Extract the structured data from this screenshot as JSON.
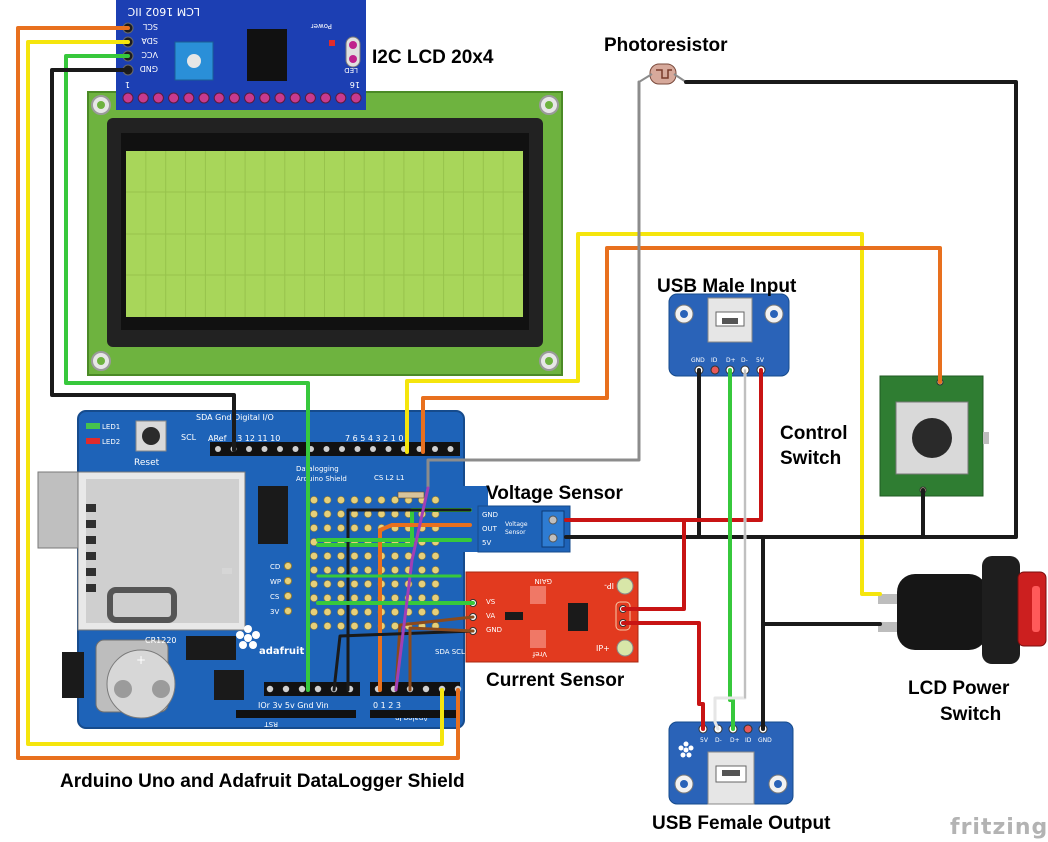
{
  "labels": {
    "lcd": "I2C LCD 20x4",
    "photoresistor": "Photoresistor",
    "usb_in": "USB Male Input",
    "control_line1": "Control",
    "control_line2": "Switch",
    "voltage_sensor": "Voltage Sensor",
    "current_sensor": "Current Sensor",
    "lcd_power_line1": "LCD Power",
    "lcd_power_line2": "Switch",
    "arduino": "Arduino Uno and Adafruit DataLogger Shield",
    "usb_out": "USB Female Output",
    "watermark": "fritzing"
  },
  "i2c_board": {
    "title": "LCM 1602 IIC",
    "pins": [
      "SCL",
      "SDA",
      "VCC",
      "GND"
    ],
    "pin_one": "1",
    "pin_sixteen": "16",
    "power": "Power",
    "led": "LED"
  },
  "shield": {
    "top_pins": "SDA Gnd Digital I/O",
    "aref": "ARef",
    "scl": "SCL",
    "digital_nums": "13 12 11 10",
    "digital_right": "7 6 5 4 3 2 1 0",
    "leds": [
      "LED1",
      "LED2"
    ],
    "reset": "Reset",
    "title_line1": "Datalogging",
    "title_line2": "Arduino Shield",
    "cs_l2_l1": "CS L2 L1",
    "card_pins": [
      "CD",
      "WP",
      "CS",
      "3V"
    ],
    "battery": "CR1220",
    "brand": "adafruit",
    "power_row": "IOr 3v 5v Gnd Vin",
    "analog_nums": "0 1 2 3",
    "analog_label": "Analog In",
    "sda_scl": "SDA SCL",
    "rst": "RST"
  },
  "voltage_board": {
    "pins": [
      "GND",
      "OUT",
      "5V"
    ],
    "title_line1": "Voltage",
    "title_line2": "Sensor"
  },
  "current_board": {
    "left_pins": [
      "VS",
      "VA",
      "GND"
    ],
    "right_pins": [
      "IP-",
      "IP+"
    ],
    "gain": "GAIN",
    "vref": "Vref"
  },
  "usb_in_board": {
    "pins": [
      "GND",
      "ID",
      "D+",
      "D-",
      "5V"
    ]
  },
  "usb_out_board": {
    "pins": [
      "5V",
      "D-",
      "D+",
      "ID",
      "GND"
    ]
  },
  "colors": {
    "board_blue": "#1f5fae",
    "shield_blue": "#1e63b8",
    "lcd_green": "#a8d65a",
    "pcb_green": "#5f9f2f",
    "current_red": "#e23a1f",
    "wire_yellow": "#f5e50d",
    "wire_orange": "#e8701e",
    "wire_green": "#37c83c",
    "wire_black": "#1a1a1a",
    "wire_red": "#c81414",
    "wire_gray": "#8c8c8c",
    "wire_purple": "#a23fb5",
    "wire_brown": "#8b4a1c"
  }
}
